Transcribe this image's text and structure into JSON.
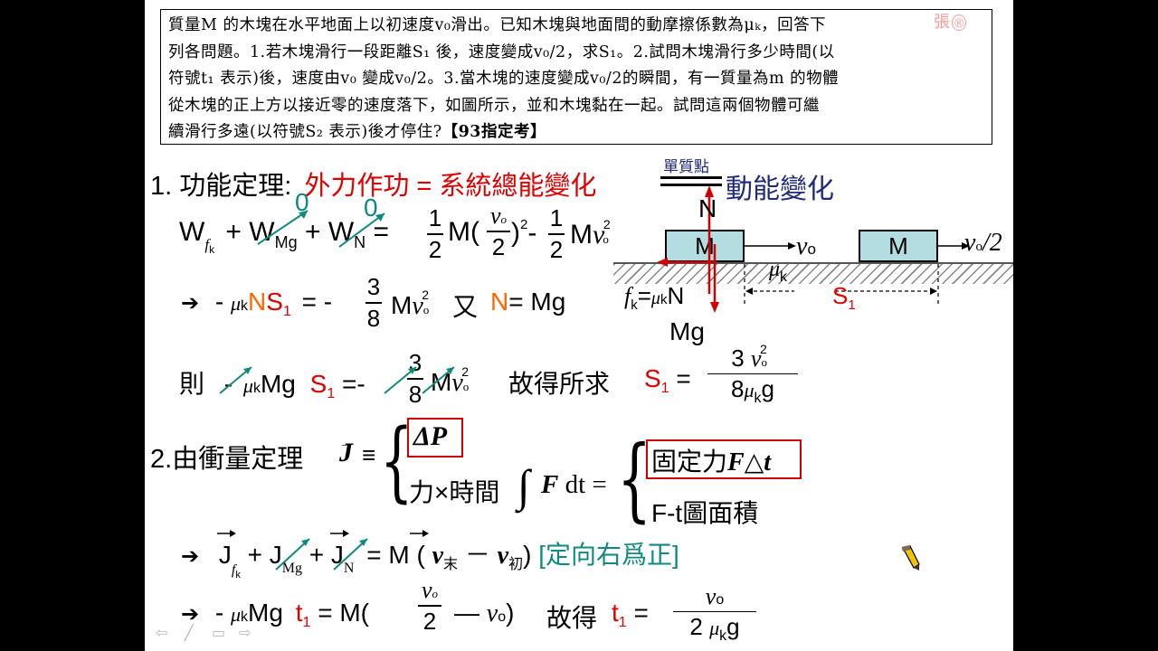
{
  "problem": {
    "lines": [
      "質量M 的木塊在水平地面上以初速度v₀滑出。已知木塊與地面間的動摩擦係數為μₖ，回答下",
      "列各問題。1.若木塊滑行一段距離S₁ 後，速度變成v₀/2，求S₁。2.試問木塊滑行多少時間(以",
      "符號t₁ 表示)後，速度由v₀ 變成v₀/2。3.當木塊的速度變成v₀/2的瞬間，有一質量為m 的物體",
      "從木塊的正上方以接近零的速度落下，如圖所示，並和木塊黏在一起。試問這兩個物體可繼",
      "續滑行多遠(以符號S₂ 表示)後才停住?"
    ],
    "source_tag": "【93指定考】",
    "stamp": "張"
  },
  "part1": {
    "number": "1.",
    "title": "功能定理:",
    "rule": "外力作功 = 系統總能變化",
    "equiv_note": "單質點",
    "rule_rhs": "動能變化",
    "zero1": "0",
    "zero2": "0",
    "eq1": {
      "W": "W",
      "fk": "f",
      "k": "k",
      "plus": "+",
      "Mg": "Mg",
      "N": "N",
      "eq": "=",
      "half": "1",
      "two": "2",
      "M": "M(",
      "v0": "v",
      "o": "o",
      "closeSq": ")",
      "sq": "2",
      "minus": "-",
      "Mv": "M",
      "v": "v"
    },
    "eq2": {
      "arrow": "➔",
      "minus": "-",
      "mu": "μ",
      "k": "k",
      "N": "N",
      "S": "S",
      "sub1": "1",
      "eqneg": "= -",
      "num": "3",
      "den": "8",
      "M": "M",
      "v": "v",
      "o": "o",
      "sq": "2",
      "also": "又",
      "N2": "N",
      "eqMg": "= Mg"
    },
    "eq3": {
      "then": "則",
      "minus": "-",
      "mu": "μ",
      "k": "k",
      "Mg": "Mg",
      "S": "S",
      "sub1": "1",
      "eqneg": "=-",
      "num": "3",
      "den": "8",
      "M": "M",
      "v": "v",
      "o": "o",
      "sq": "2",
      "result_label": "故得所求",
      "S_res": "S",
      "eq": "=",
      "rnum": "3",
      "rden": "8",
      "rmu": "μ",
      "rk": "k",
      "rg": "g"
    }
  },
  "diagram": {
    "N": "N",
    "Mg": "Mg",
    "block1": "M",
    "block2": "M",
    "v1": "v",
    "v1sub": "o",
    "v2": "v",
    "v2sub": "o",
    "v2den": "/2",
    "mu": "μ",
    "musub": "k",
    "fk": "f",
    "fksub": "k",
    "fkeq": "=",
    "fkmu": "μ",
    "fkk": "k",
    "fkN": "N",
    "S": "S",
    "Ssub": "1"
  },
  "part2": {
    "number": "2.",
    "title": "由衝量定理",
    "J": "J",
    "equiv": "≡",
    "dP": "ΔP",
    "force_time": "力×時間",
    "integral": "∫",
    "F": "F",
    "dt": "dt",
    "eq": "=",
    "const_force": "固定力",
    "Fdt": "F△t",
    "area": "F-t圖面積",
    "eq4": {
      "arrow": "➔",
      "J": "J",
      "fk": "f",
      "k": "k",
      "Mg": "Mg",
      "N": "N",
      "plus": "+",
      "eqM": "= M (",
      "v": "v",
      "final": "末",
      "minus": "－",
      "initial": "初",
      "close": ")",
      "note": "[定向右爲正]"
    },
    "eq5": {
      "arrow": "➔",
      "minus": "-",
      "mu": "μ",
      "k": "k",
      "Mg": "Mg",
      "t": "t",
      "sub1": "1",
      "eqM": "= M(",
      "vnum": "v",
      "vo": "o",
      "two": "2",
      "dash": "—",
      "v": "v",
      "close": ")",
      "result": "故得",
      "t2": "t",
      "eq": "=",
      "rnum": "v",
      "rnumsub": "o",
      "rden": "2",
      "rmu": "μ",
      "rk": "k",
      "rg": "g"
    }
  },
  "nav": {
    "prev": "⇦",
    "pen": "╱",
    "menu": "▭",
    "next": "⇨"
  },
  "colors": {
    "red": "#e00000",
    "orange": "#ff6600",
    "teal": "#0e8a7e",
    "navy": "#1f2a7a",
    "block_fill": "#b3dde0"
  }
}
